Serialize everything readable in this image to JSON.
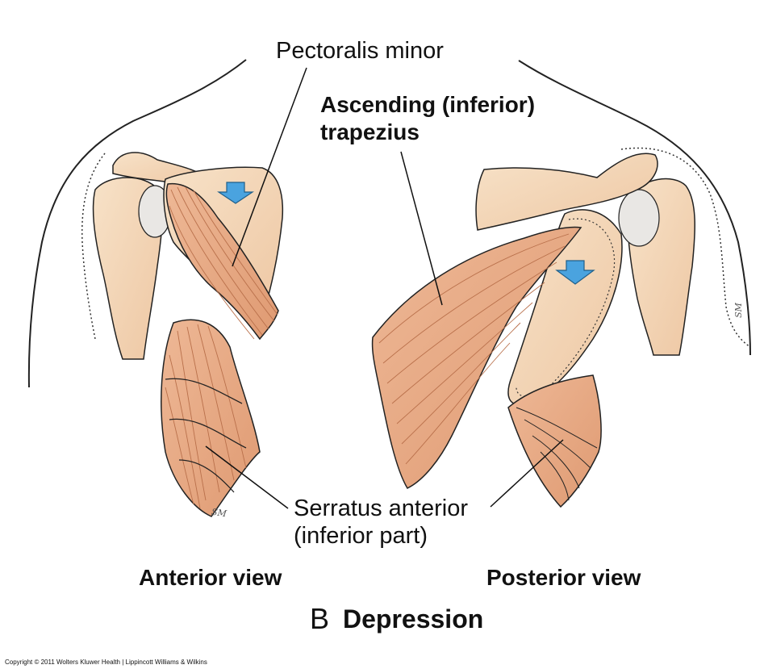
{
  "labels": {
    "pectoralis_minor": "Pectoralis minor",
    "ascending_trapezius_line1": "Ascending (inferior)",
    "ascending_trapezius_line2": "trapezius",
    "serratus_line1": "Serratus anterior",
    "serratus_line2": "(inferior part)",
    "anterior_view": "Anterior view",
    "posterior_view": "Posterior view",
    "panel_letter": "B",
    "panel_title": "Depression"
  },
  "copyright": "Copyright © 2011 Wolters Kluwer Health | Lippincott Williams & Wilkins",
  "artist_signature": "SM",
  "colors": {
    "bone": "#f4d9bd",
    "bone_shadow": "#e8b995",
    "muscle": "#e9a983",
    "muscle_dark": "#c98a66",
    "arrow": "#4aa3df",
    "outline": "#222222"
  },
  "icons": [
    "down-arrow-icon",
    "down-arrow-icon"
  ]
}
